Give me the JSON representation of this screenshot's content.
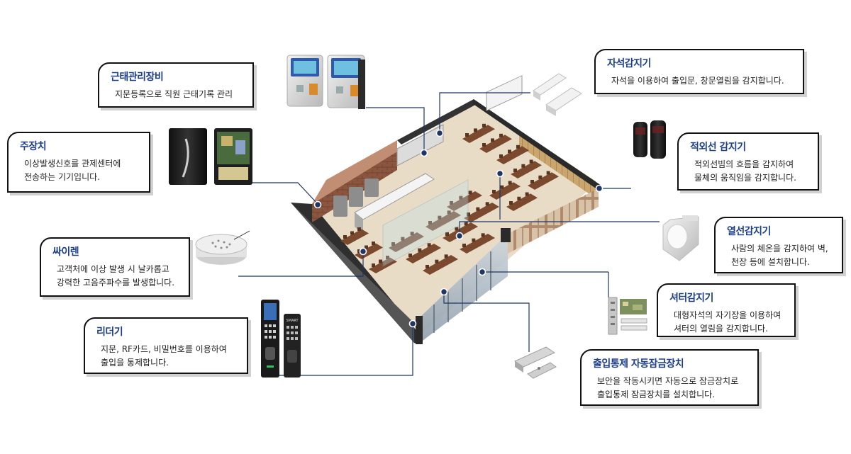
{
  "colors": {
    "title_blue": "#1d3f8a",
    "border": "#111111",
    "connector": "#1e3566",
    "wood": "#7b4a2e",
    "floor": "#e9dcc6",
    "glass": "#a6b4c2"
  },
  "callouts": [
    {
      "id": "attendance",
      "title": "근태관리장비",
      "lines": [
        "지문등록으로 직원 근태기록 관리"
      ]
    },
    {
      "id": "main-unit",
      "title": "주장치",
      "lines": [
        "이상발생신호를 관제센터에",
        "전송하는 기기입니다."
      ]
    },
    {
      "id": "siren",
      "title": "싸이렌",
      "lines": [
        "고객처에 이상 발생 시 날카롭고",
        "강력한 고음주파수를 발생합니다."
      ]
    },
    {
      "id": "reader",
      "title": "리더기",
      "lines": [
        "지문, RF카드, 비밀번호를 이용하여",
        "출입을 통제합니다."
      ]
    },
    {
      "id": "magnetic",
      "title": "자석감지기",
      "lines": [
        "자석을 이용하여 출입문, 창문열림을 감지합니다."
      ]
    },
    {
      "id": "infrared",
      "title": "적외선 감지기",
      "lines": [
        "적외선빔의 흐름을 감지하여",
        "물체의 움직임을 감지합니다."
      ]
    },
    {
      "id": "heat",
      "title": "열선감지기",
      "lines": [
        "사람의 체온을 감지하여 벽,",
        "천장 등에 설치합니다."
      ]
    },
    {
      "id": "shutter",
      "title": "셔터감지기",
      "lines": [
        "대형자석의 자기장을 이용하여",
        "셔터의 열림을 감지합니다."
      ]
    },
    {
      "id": "lock",
      "title": "출입통제 자동잠금장치",
      "lines": [
        "보안을 작동시키면 자동으로 잠금장치로",
        "출입통제 잠금장치를 설치합니다."
      ]
    }
  ],
  "device_labels": {
    "reader_brand": "SMART"
  }
}
